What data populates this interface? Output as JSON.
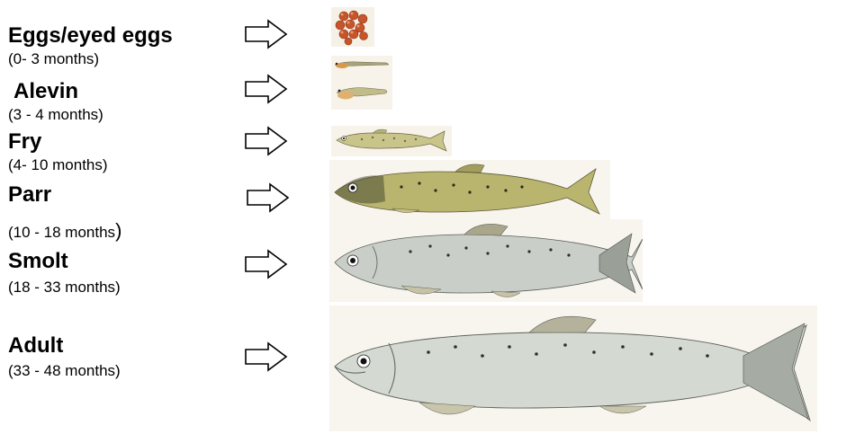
{
  "stages": [
    {
      "name": "Eggs/eyed eggs",
      "age": "(0- 3 months)",
      "icon": "eggs-icon"
    },
    {
      "name": "Alevin",
      "age": "(3 - 4 months)",
      "icon": "alevin-icon"
    },
    {
      "name": "Fry",
      "age": "(4- 10 months)",
      "icon": "fry-fish-icon"
    },
    {
      "name": "Parr",
      "age": "(10 - 18 months",
      "age_close": ")",
      "icon": "parr-fish-icon"
    },
    {
      "name": "Smolt",
      "age": "(18 - 33 months)",
      "icon": "smolt-fish-icon"
    },
    {
      "name": "Adult",
      "age": "(33 - 48 months)",
      "icon": "adult-fish-icon"
    }
  ],
  "colors": {
    "text": "#000000",
    "arrow_stroke": "#000000",
    "fry_body": "#c9c58a",
    "parr_body": "#b9b56e",
    "smolt_body": "#c9cfc8",
    "adult_body": "#d4d9d2",
    "egg": "#c8542a"
  }
}
